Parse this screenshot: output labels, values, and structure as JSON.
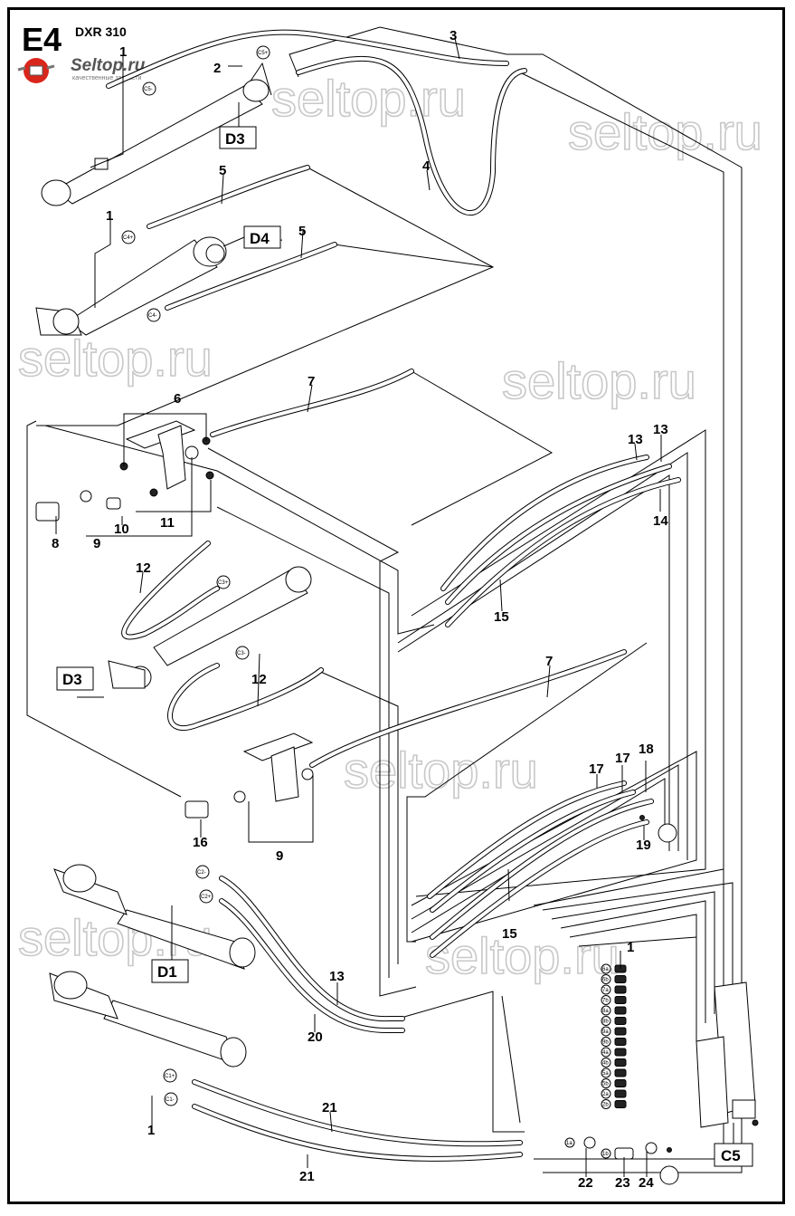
{
  "header": {
    "page_code": "E4",
    "model": "DXR 310"
  },
  "logo": {
    "brand": "Seltop.ru",
    "tagline": "качественные запчасти"
  },
  "watermark": "seltop.ru",
  "colors": {
    "line": "#000000",
    "watermark": "#c8c8c8",
    "logo_red": "#d9261c"
  },
  "assembly_refs": {
    "d3_top": "D3",
    "d4": "D4",
    "d3_mid": "D3",
    "d1": "D1",
    "c5": "C5"
  },
  "callouts": {
    "c1_top": "1",
    "c2": "2",
    "c3": "3",
    "c4": "4",
    "c5_a": "5",
    "c5_b": "5",
    "c1_d4": "1",
    "c6": "6",
    "c7_a": "7",
    "c8": "8",
    "c9_a": "9",
    "c10": "10",
    "c11": "11",
    "c12_a": "12",
    "c12_b": "12",
    "c13_a": "13",
    "c13_b": "13",
    "c14": "14",
    "c15_a": "15",
    "c7_b": "7",
    "c16": "16",
    "c9_b": "9",
    "c17_a": "17",
    "c17_b": "17",
    "c18": "18",
    "c19": "19",
    "c15_b": "15",
    "c13_c": "13",
    "c20": "20",
    "c1_d1": "1",
    "c21_a": "21",
    "c21_b": "21",
    "c1_valve": "1",
    "c22": "22",
    "c23": "23",
    "c24": "24"
  },
  "port_tags": {
    "top_cyl": [
      "C5-",
      "C5+"
    ],
    "d4_cyl": [
      "C4+",
      "C4-"
    ],
    "d3_cyl": [
      "C3+",
      "C3-"
    ],
    "d1_cyl_upper": [
      "C2-",
      "C2+"
    ],
    "d1_cyl_lower": [
      "C1+",
      "C1-"
    ],
    "valve": [
      "6a",
      "6b",
      "7a",
      "7b",
      "8a",
      "8b",
      "9a",
      "9b",
      "4a",
      "4b",
      "5a",
      "5b",
      "2a",
      "2b"
    ],
    "valve_bottom": [
      "1a",
      "1b"
    ]
  }
}
